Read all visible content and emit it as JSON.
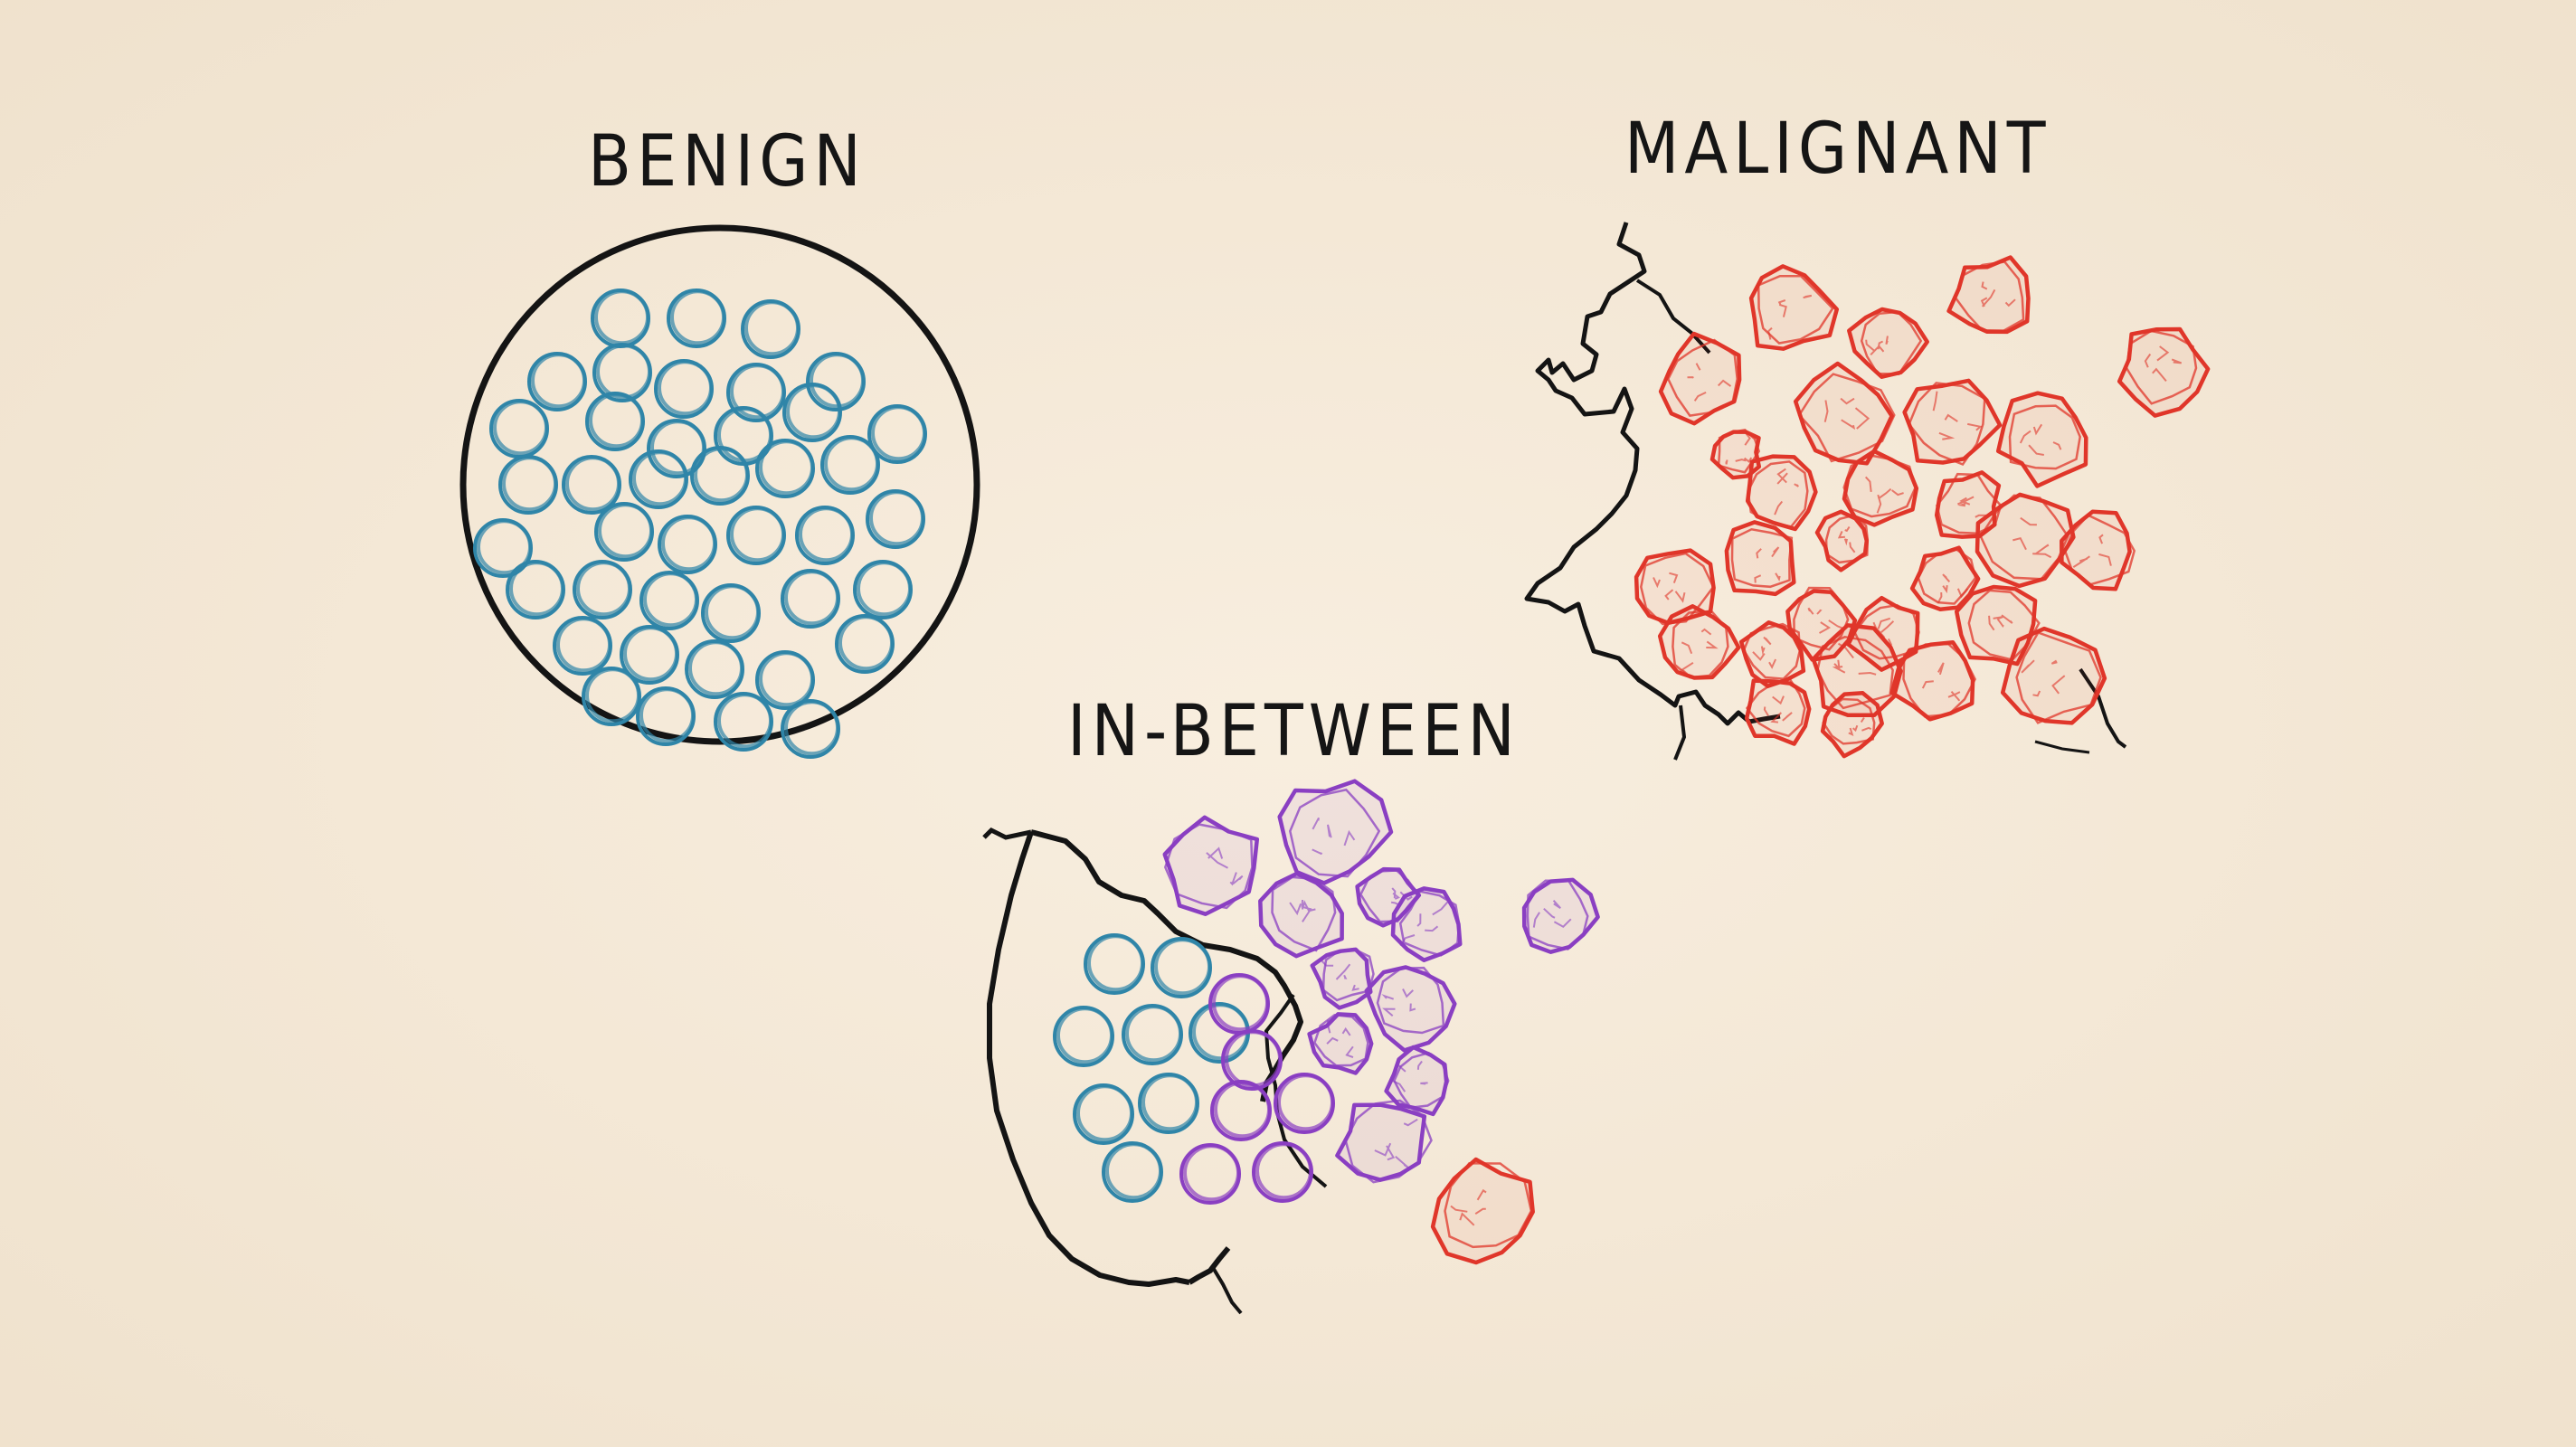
{
  "labels": {
    "benign": "BENIGN",
    "malignant": "MALIGNANT",
    "in_between": "IN-BETWEEN"
  },
  "colors": {
    "benign_cell": "#2f85a8",
    "malignant_cell": "#e0362a",
    "in_between_cell": "#8a3fc2",
    "outline": "#141414",
    "paper": "#f5ead9"
  }
}
